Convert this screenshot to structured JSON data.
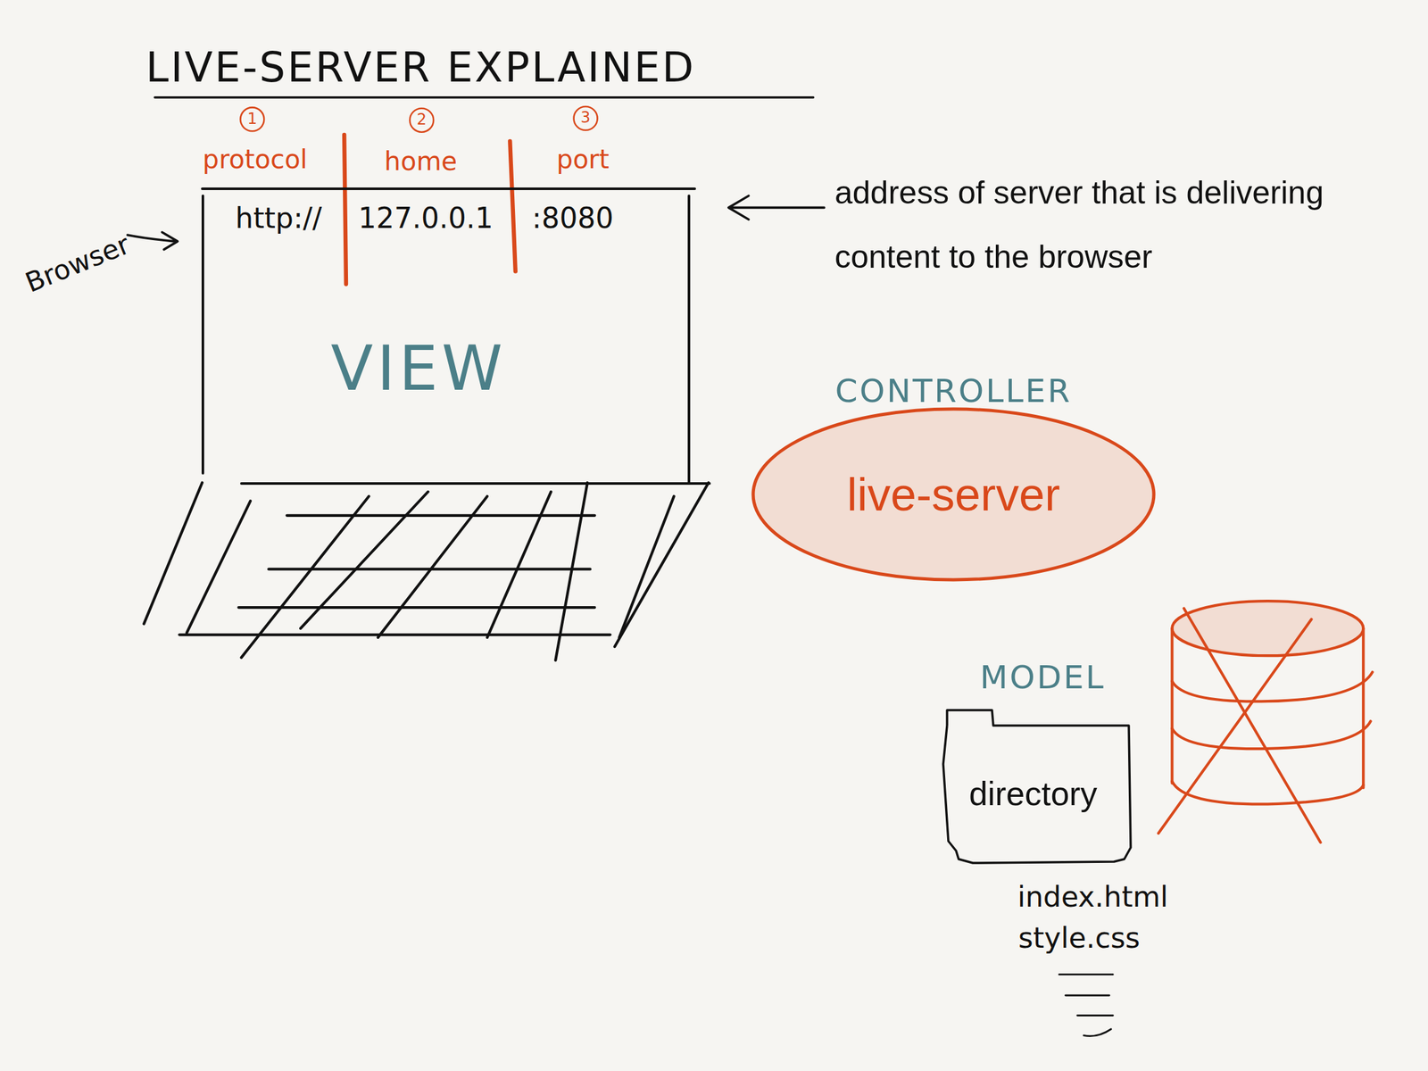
{
  "diagram": {
    "title": "LIVE-SERVER EXPLAINED",
    "nodes": [
      {
        "text": [
          "http://",
          "127.0.0.1",
          ":8080",
          "VIEW"
        ]
      },
      {
        "text": [
          "CONTROLLER",
          "live-server"
        ]
      },
      {
        "text": [
          "MODEL",
          "directory"
        ]
      }
    ],
    "labels": [
      "1",
      "protocol",
      "2",
      "home",
      "3",
      "port",
      "Browser",
      "address of server that is delivering content to the browser",
      "index.html",
      "style.css"
    ]
  }
}
